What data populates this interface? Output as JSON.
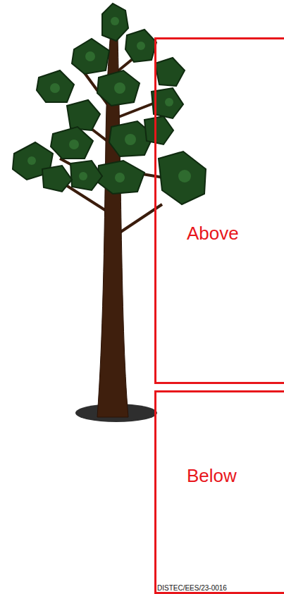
{
  "diagram": {
    "nodes": [
      {
        "text": [
          "Above"
        ]
      },
      {
        "text": [
          "Below"
        ]
      }
    ],
    "labels": [
      "DISTEC/EES/23-0016"
    ]
  }
}
